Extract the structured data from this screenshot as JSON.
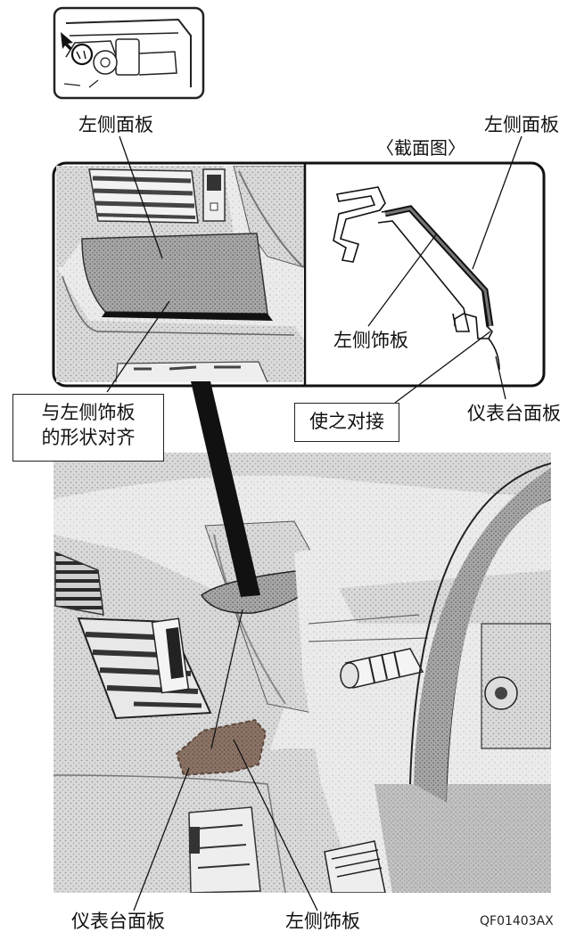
{
  "labels": {
    "left_panel_top": "左侧面板",
    "section_view_title": "〈截面图〉",
    "left_panel_right": "左侧面板",
    "left_trim_section": "左侧饰板",
    "align_shape": "与左侧饰板的形状对齐",
    "align_shape_line1": "与左侧饰板",
    "align_shape_line2": "的形状对齐",
    "butt_joint": "使之对接",
    "dash_panel_right": "仪表台面板",
    "dash_panel_bottom": "仪表台面板",
    "left_trim_bottom": "左侧饰板"
  },
  "figure_code": "QF01403AX"
}
